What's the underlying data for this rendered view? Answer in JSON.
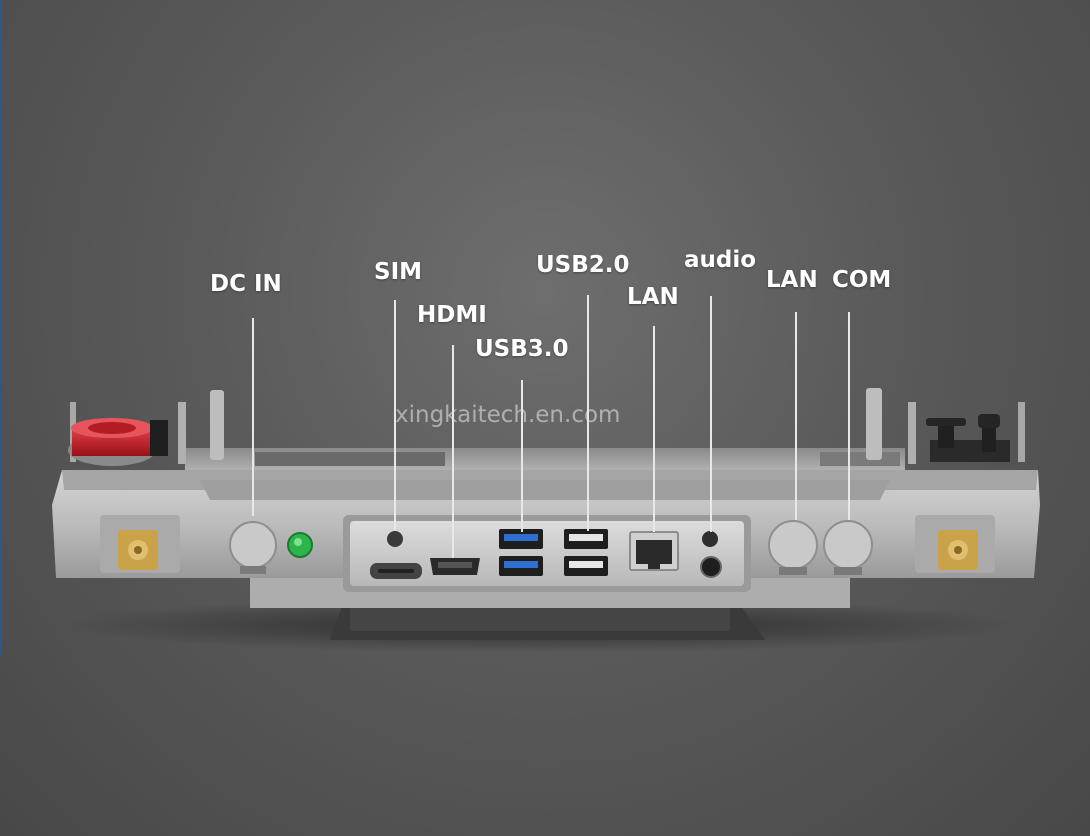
{
  "callouts": {
    "dc_in": "DC IN",
    "sim": "SIM",
    "hdmi": "HDMI",
    "usb3": "USB3.0",
    "usb2": "USB2.0",
    "lan1": "LAN",
    "audio": "audio",
    "lan2": "LAN",
    "com": "COM"
  },
  "watermark": "xingkaitech.en.com",
  "colors": {
    "label": "#ffffff",
    "chassis": "#b9b9b9",
    "usb3_port": "#2f6fd0",
    "knob": "#c8202a",
    "power_led": "#2bb54a",
    "antenna_gold": "#c9a24a"
  }
}
